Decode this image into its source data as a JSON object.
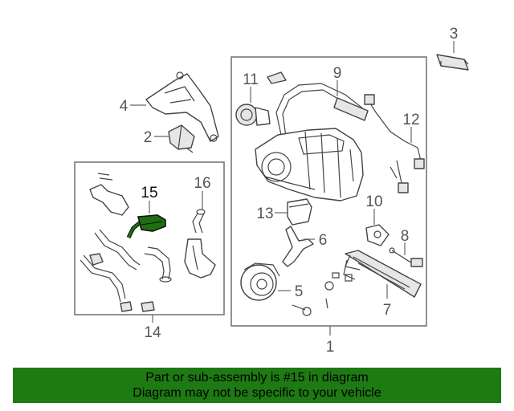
{
  "callouts": {
    "c1": "1",
    "c2": "2",
    "c3": "3",
    "c4": "4",
    "c5": "5",
    "c6": "6",
    "c7": "7",
    "c8": "8",
    "c9": "9",
    "c10": "10",
    "c11": "11",
    "c12": "12",
    "c13": "13",
    "c14": "14",
    "c15": "15",
    "c16": "16"
  },
  "banner": {
    "line1": "Part or sub-assembly is #15 in diagram",
    "line2": "Diagram may not be specific to your vehicle"
  },
  "colors": {
    "banner_bg": "#1e7a12",
    "highlight_part": "#1f6e10"
  }
}
